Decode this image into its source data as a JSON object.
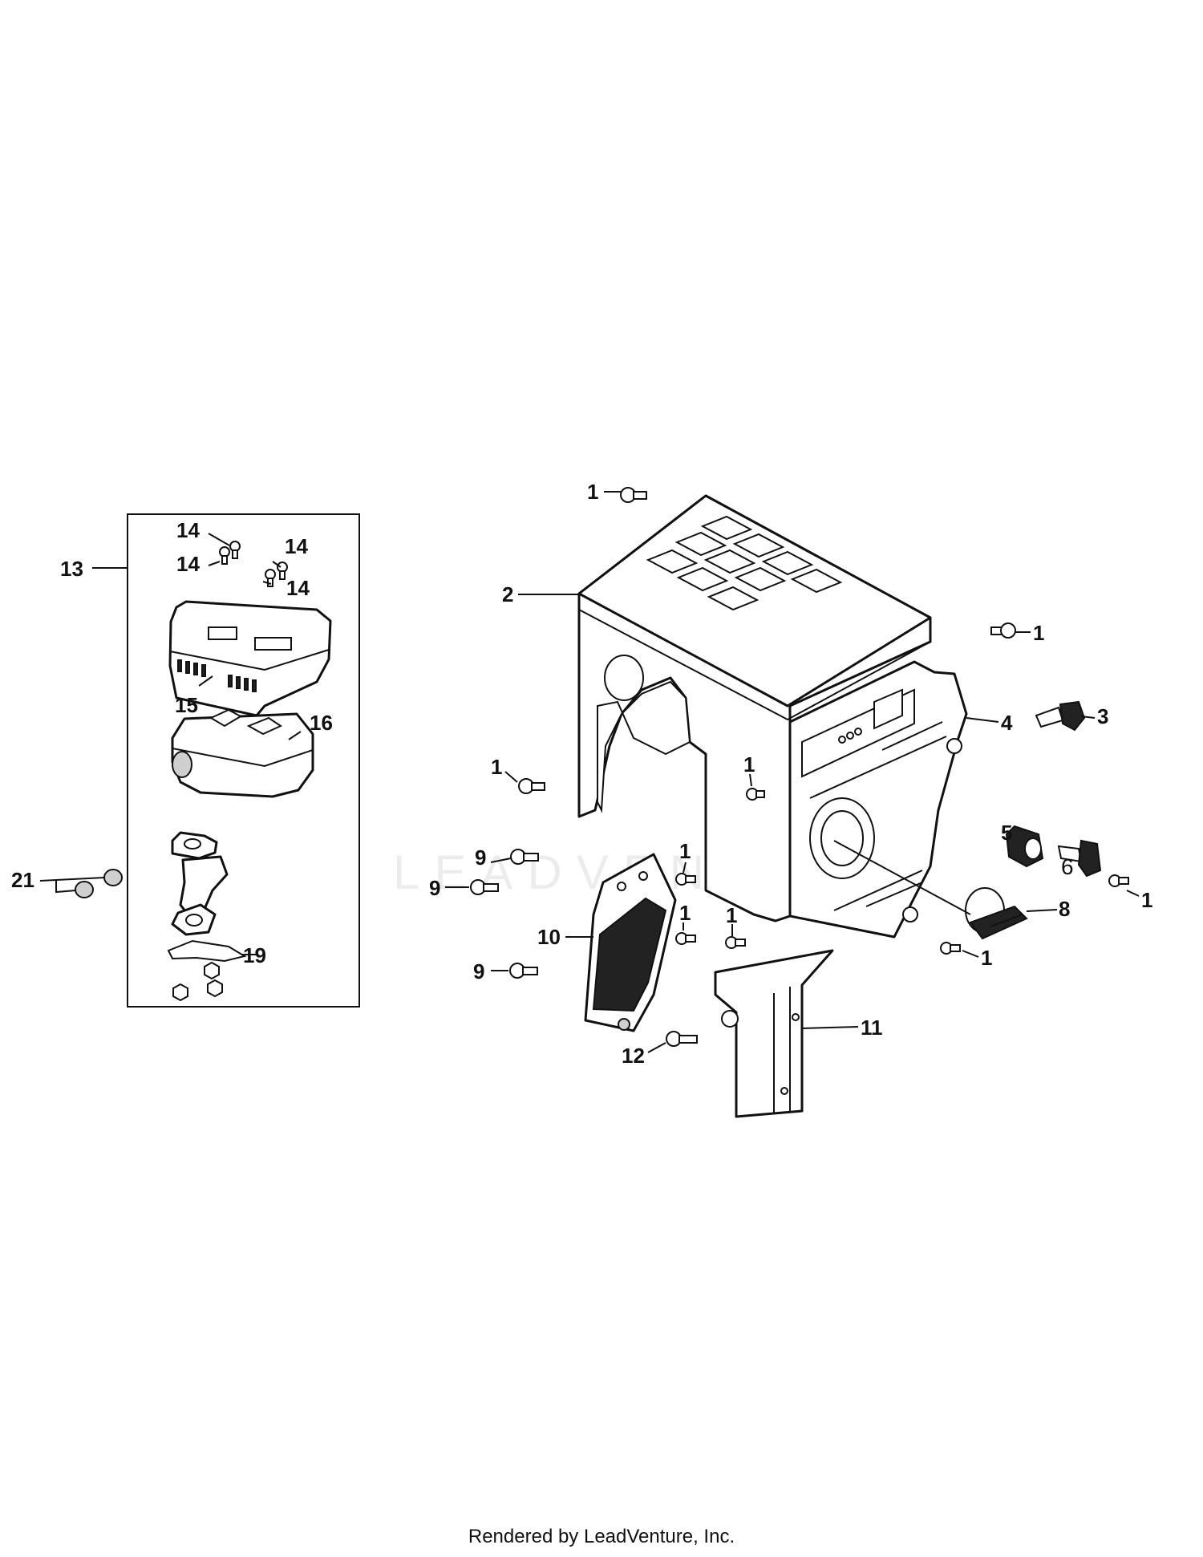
{
  "watermark": "LEADVENTURE",
  "footer": "Rendered by LeadVenture, Inc.",
  "callouts": {
    "c1_top": "1",
    "c1_right_upper": "1",
    "c1_left_mid": "1",
    "c1_center_mid": "1",
    "c1_below_a": "1",
    "c1_below_b": "1",
    "c1_below_c": "1",
    "c1_right_low": "1",
    "c1_bottom_right": "1",
    "c2": "2",
    "c3": "3",
    "c4": "4",
    "c5": "5",
    "c6": "6",
    "c8": "8",
    "c9_a": "9",
    "c9_b": "9",
    "c9_c": "9",
    "c10": "10",
    "c11": "11",
    "c12": "12",
    "c13": "13",
    "c14_a": "14",
    "c14_b": "14",
    "c14_c": "14",
    "c14_d": "14",
    "c15": "15",
    "c16": "16",
    "c19": "19",
    "c21": "21"
  }
}
